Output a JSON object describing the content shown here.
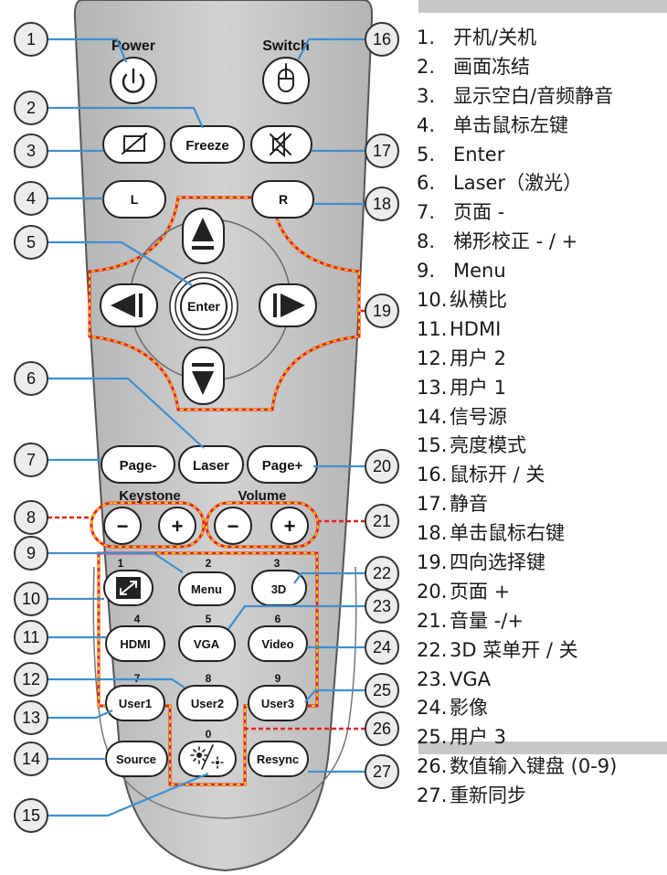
{
  "button_labels": {
    "power": "Power",
    "switch": "Switch",
    "freeze": "Freeze",
    "l": "L",
    "r": "R",
    "enter": "Enter",
    "laser": "Laser",
    "page_minus": "Page-",
    "page_plus": "Page+",
    "keystone": "Keystone",
    "volume": "Volume",
    "menu": "Menu",
    "three_d": "3D",
    "hdmi": "HDMI",
    "vga": "VGA",
    "video": "Video",
    "user1": "User1",
    "user2": "User2",
    "user3": "User3",
    "source": "Source",
    "resync": "Resync",
    "minus": "−",
    "plus": "+"
  },
  "keypad_numbers": [
    "1",
    "2",
    "3",
    "4",
    "5",
    "6",
    "7",
    "8",
    "9",
    "0"
  ],
  "callouts": [
    "1",
    "2",
    "3",
    "4",
    "5",
    "6",
    "7",
    "8",
    "9",
    "10",
    "11",
    "12",
    "13",
    "14",
    "15",
    "16",
    "17",
    "18",
    "19",
    "20",
    "21",
    "22",
    "23",
    "24",
    "25",
    "26",
    "27"
  ],
  "legend": [
    {
      "num": "1.",
      "text": "开机/关机"
    },
    {
      "num": "2.",
      "text": "画面冻结"
    },
    {
      "num": "3.",
      "text": "显示空白/音频静音"
    },
    {
      "num": "4.",
      "text": "单击鼠标左键"
    },
    {
      "num": "5.",
      "text": "Enter"
    },
    {
      "num": "6.",
      "text": "Laser（激光）"
    },
    {
      "num": "7.",
      "text": "页面 -"
    },
    {
      "num": "8.",
      "text": "梯形校正 - / +"
    },
    {
      "num": "9.",
      "text": "Menu"
    },
    {
      "num": "10.",
      "text": "纵横比"
    },
    {
      "num": "11.",
      "text": "HDMI"
    },
    {
      "num": "12.",
      "text": "用户 2"
    },
    {
      "num": "13.",
      "text": "用户 1"
    },
    {
      "num": "14.",
      "text": "信号源"
    },
    {
      "num": "15.",
      "text": "亮度模式"
    },
    {
      "num": "16.",
      "text": "鼠标开 / 关"
    },
    {
      "num": "17.",
      "text": "静音"
    },
    {
      "num": "18.",
      "text": "单击鼠标右键"
    },
    {
      "num": "19.",
      "text": "四向选择键"
    },
    {
      "num": "20.",
      "text": "页面 +"
    },
    {
      "num": "21.",
      "text": "音量 -/+"
    },
    {
      "num": "22.",
      "text": "3D 菜单开 / 关"
    },
    {
      "num": "23.",
      "text": "VGA"
    },
    {
      "num": "24.",
      "text": "影像"
    },
    {
      "num": "25.",
      "text": "用户 3"
    },
    {
      "num": "26.",
      "text": "数值输入键盘 (0-9)"
    },
    {
      "num": "27.",
      "text": "重新同步"
    }
  ],
  "colors": {
    "remote_body": "#c9c9c9",
    "button_fill": "#ffffff",
    "highlight": "#e8231e",
    "highlight_dash": "#f5c400",
    "callout_fill": "#ececec",
    "leader": "#3f8fcf",
    "legend_bar": "#c8c8c8"
  }
}
